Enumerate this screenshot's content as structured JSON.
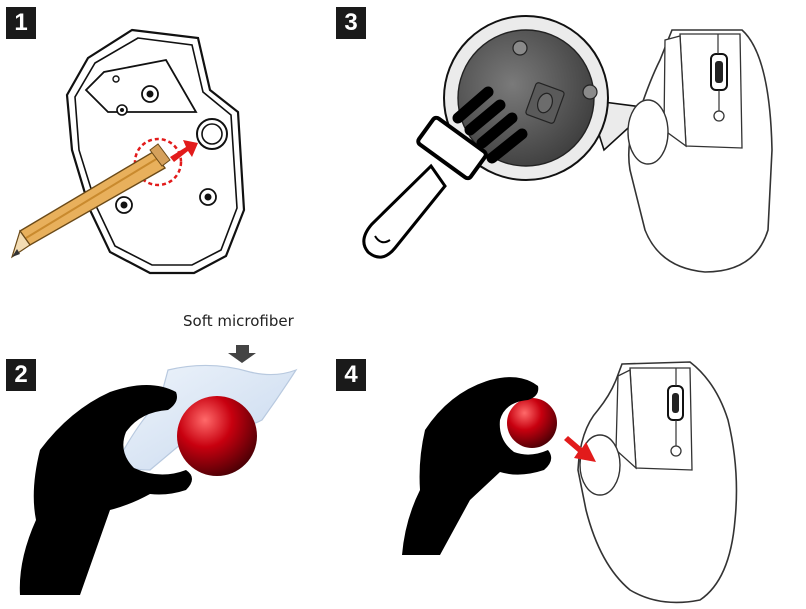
{
  "steps": [
    {
      "number": "1"
    },
    {
      "number": "2"
    },
    {
      "number": "3"
    },
    {
      "number": "4"
    }
  ],
  "labels": {
    "microfiber": "Soft microfiber"
  },
  "colors": {
    "ball_red": "#c8000f",
    "arrow_red": "#e21b1b",
    "outline": "#111111",
    "hand": "#000000",
    "pencil": "#e8b05c",
    "cloth": "#d9e6f5",
    "sensor_gray": "#505050"
  }
}
